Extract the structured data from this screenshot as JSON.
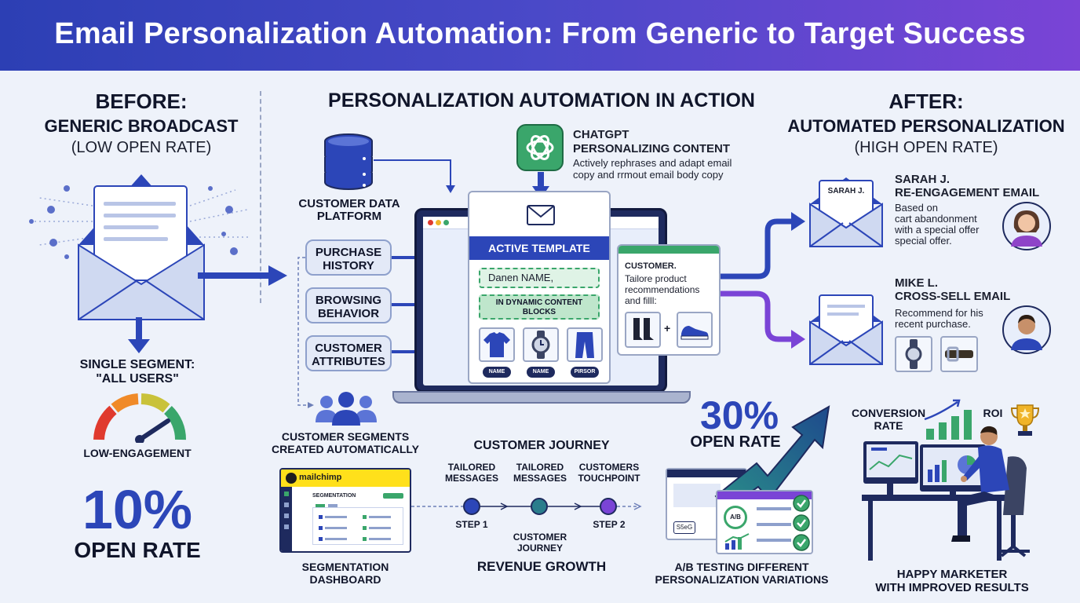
{
  "title": "Email Personalization Automation: From Generic to Target Success",
  "before": {
    "heading": "BEFORE:",
    "subheading": "GENERIC BROADCAST",
    "note": "(LOW OPEN RATE)",
    "segment_label": "SINGLE SEGMENT:",
    "segment_value": "\"ALL USERS\"",
    "gauge_label": "LOW-ENGAGEMENT",
    "open_rate": "10%",
    "open_rate_label": "OPEN RATE"
  },
  "middle": {
    "heading": "PERSONALIZATION AUTOMATION IN ACTION",
    "cdp_label_1": "CUSTOMER DATA",
    "cdp_label_2": "PLATFORM",
    "chatgpt_title_1": "CHATGPT",
    "chatgpt_title_2": "PERSONALIZING CONTENT",
    "chatgpt_desc_1": "Actively rephrases and adapt email",
    "chatgpt_desc_2": "copy and rrmout email body copy",
    "sources": [
      {
        "line1": "PURCHASE",
        "line2": "HISTORY"
      },
      {
        "line1": "BROWSING",
        "line2": "BEHAVIOR"
      },
      {
        "line1": "CUSTOMER",
        "line2": "ATTRIBUTES"
      }
    ],
    "template_label": "ACTIVE TEMPLATE",
    "greeting": "Danen NAME,",
    "dynamic_1": "IN DYNAMIC CONTENT",
    "dynamic_2": "BLOCKS",
    "product_tags": [
      "NAME",
      "NAME",
      "PIRSOR"
    ],
    "customer_panel_title": "CUSTOMER.",
    "customer_panel_desc_1": "Tailore product",
    "customer_panel_desc_2": "recommendations",
    "customer_panel_desc_3": "and filll:",
    "plus": "+",
    "segments_1": "CUSTOMER SEGMENTS",
    "segments_2": "CREATED AUTOMATICALLY",
    "mailchimp_brand": "mailchimp",
    "mailchimp_section": "SEGMENTATION",
    "dashboard_label_1": "SEGMENTATION",
    "dashboard_label_2": "DASHBOARD",
    "journey_title": "CUSTOMER JOURNEY",
    "journey_nodes": [
      {
        "top1": "TAILORED",
        "top2": "MESSAGES",
        "bottom": "STEP 1"
      },
      {
        "top1": "TAILORED",
        "top2": "MESSAGES",
        "bottom": "CUSTOMER JOURNEY"
      },
      {
        "top1": "CUSTOMERS",
        "top2": "TOUCHPOINT",
        "bottom": "STEP 2"
      }
    ],
    "journey_bottom_2a": "CUSTOMER",
    "journey_bottom_2b": "JOURNEY",
    "revenue": "REVENUE GROWTH"
  },
  "after": {
    "heading": "AFTER:",
    "subheading": "AUTOMATED PERSONALIZATION",
    "note": "(HIGH OPEN RATE)",
    "email1_tag": "SARAH J.",
    "email1_name": "SARAH J.",
    "email1_type": "RE-ENGAGEMENT EMAIL",
    "email1_desc_1": "Based on",
    "email1_desc_2": "cart abandonment",
    "email1_desc_3": "with a special offer",
    "email1_desc_4": "special offer.",
    "email2_name": "MIKE L.",
    "email2_type": "CROSS-SELL EMAIL",
    "email2_desc_1": "Recommend for his",
    "email2_desc_2": "recent purchase.",
    "open_rate": "30%",
    "open_rate_label": "OPEN RATE",
    "ab_badge": "A/B",
    "ab_tag": "S5eG",
    "ab_label_1": "A/B TESTING DIFFERENT",
    "ab_label_2": "PERSONALIZATION VARIATIONS",
    "conversion_1": "CONVERSION",
    "conversion_2": "RATE",
    "roi": "ROI",
    "marketer_1": "HAPPY MARKETER",
    "marketer_2": "WITH IMPROVED RESULTS"
  },
  "colors": {
    "primary_blue": "#2c46b8",
    "purple": "#7a44d6",
    "green": "#3aa66b",
    "navy": "#1e2a5e"
  },
  "icons": [
    "envelope-icon",
    "database-icon",
    "chatgpt-icon",
    "gauge-icon",
    "people-icon",
    "avatar-icon",
    "trophy-icon",
    "checkmark-icon",
    "boot-icon",
    "sneaker-icon",
    "shirt-icon",
    "watch-icon",
    "pants-icon",
    "belt-icon"
  ]
}
